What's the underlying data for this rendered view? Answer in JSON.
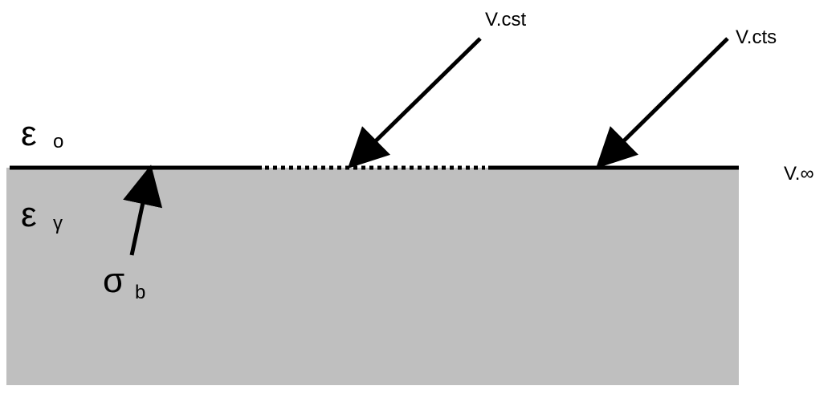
{
  "labels": {
    "eps_o_symbol": "ε",
    "eps_o_sub": "o",
    "eps_y_symbol": "ε",
    "eps_y_sub": "γ",
    "sigma_symbol": "σ",
    "sigma_sub": "b",
    "v_cst": "V.cst",
    "v_cts": "V.cts",
    "v_inf": "V.∞"
  },
  "colors": {
    "substrate": "#bfbfbf",
    "line": "#000000",
    "background": "#ffffff"
  }
}
